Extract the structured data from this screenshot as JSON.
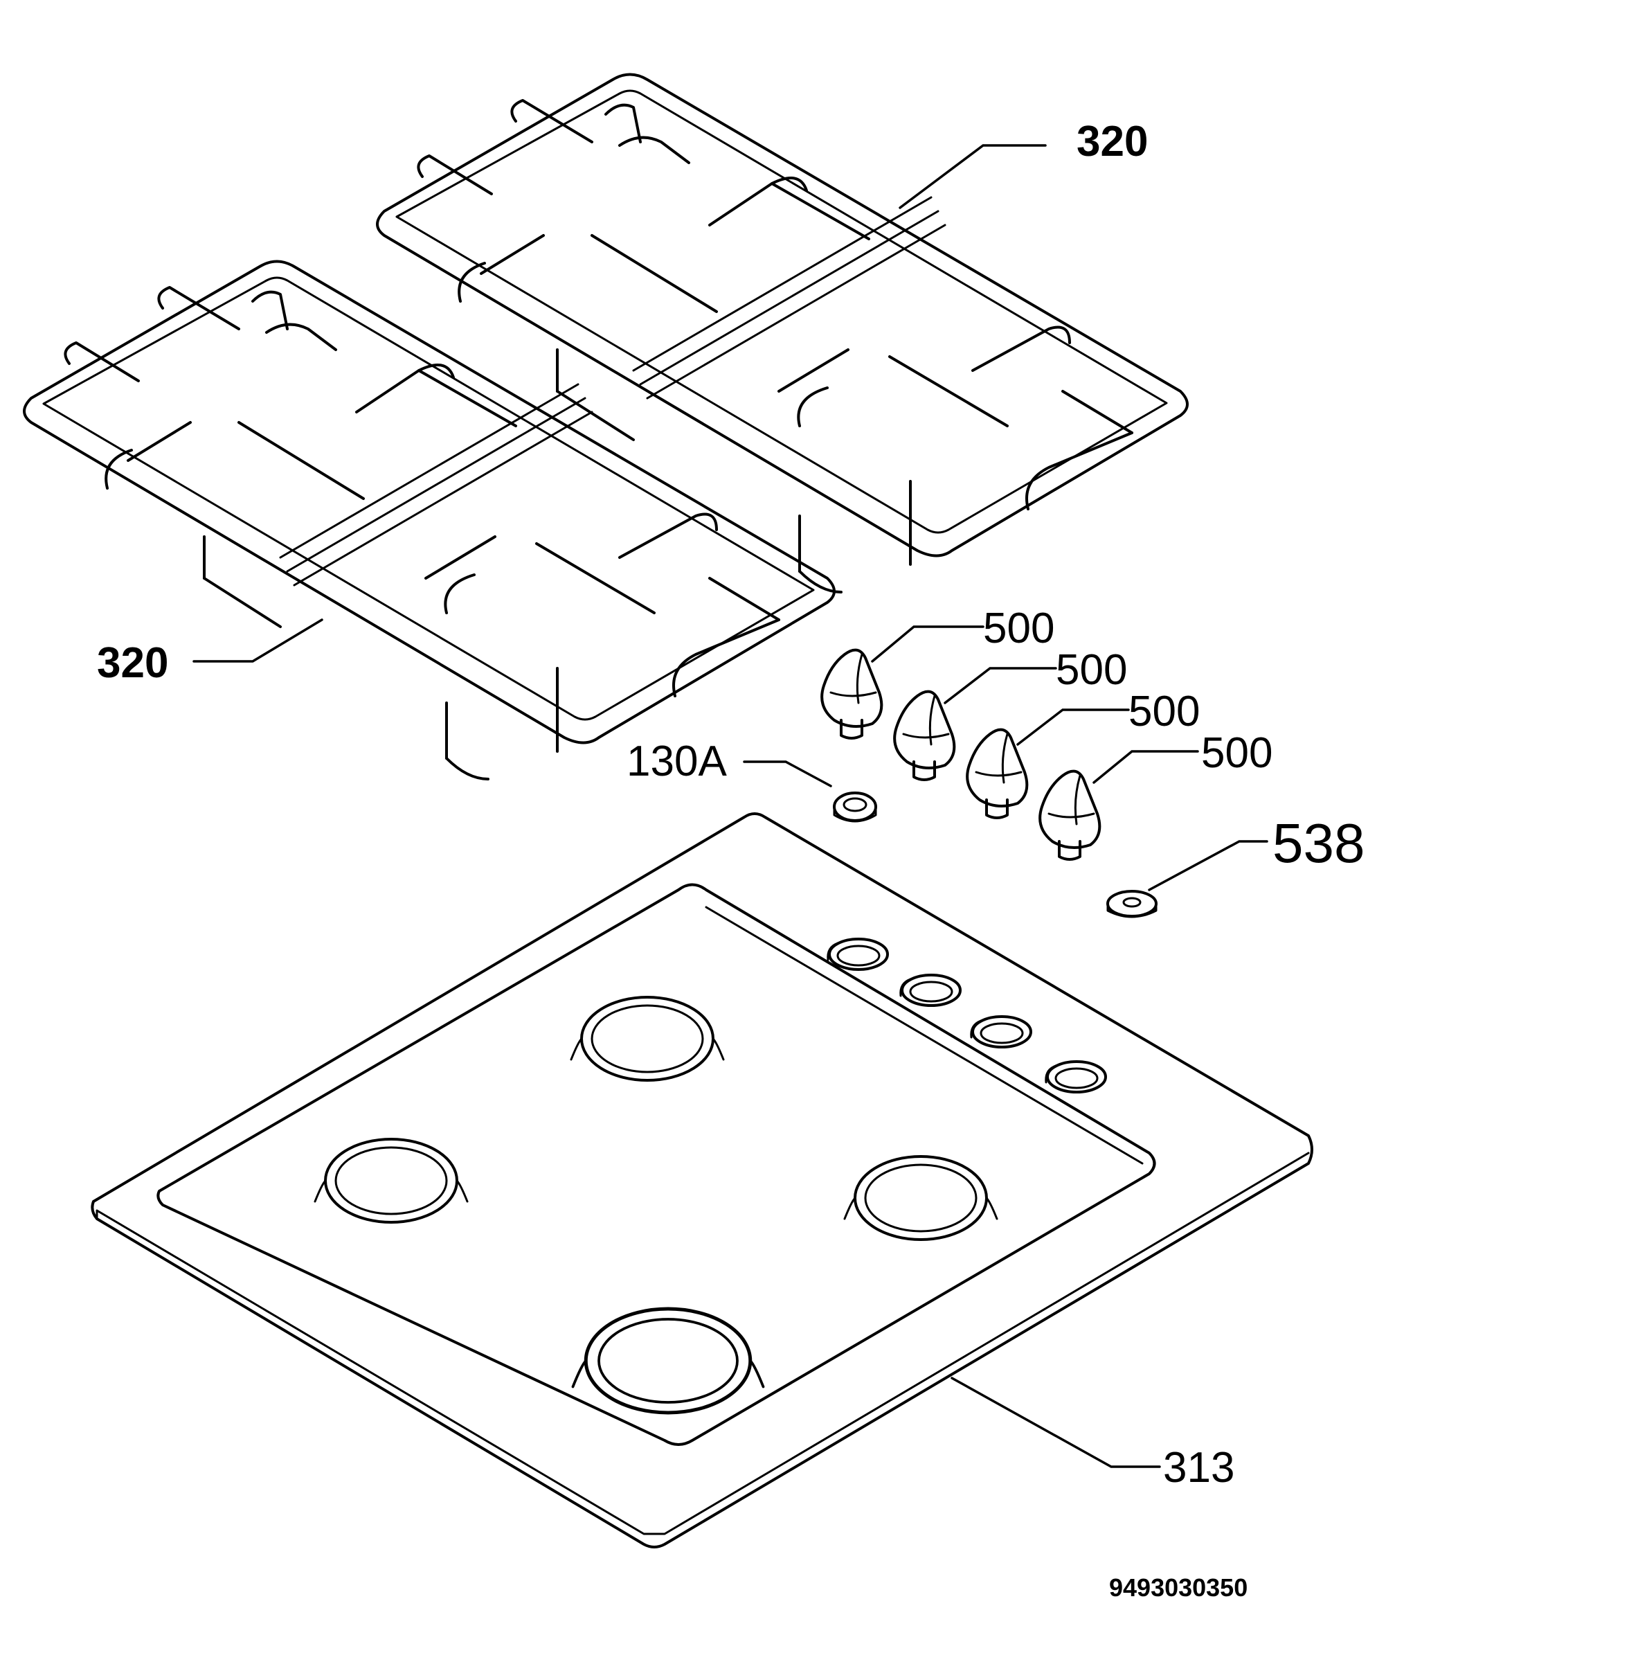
{
  "labels": {
    "grate_top": "320",
    "grate_left": "320",
    "knob_1": "500",
    "knob_2": "500",
    "knob_3": "500",
    "knob_4": "500",
    "spark_button": "130A",
    "washer": "538",
    "hob_panel": "313"
  },
  "drawing_number": "9493030350"
}
